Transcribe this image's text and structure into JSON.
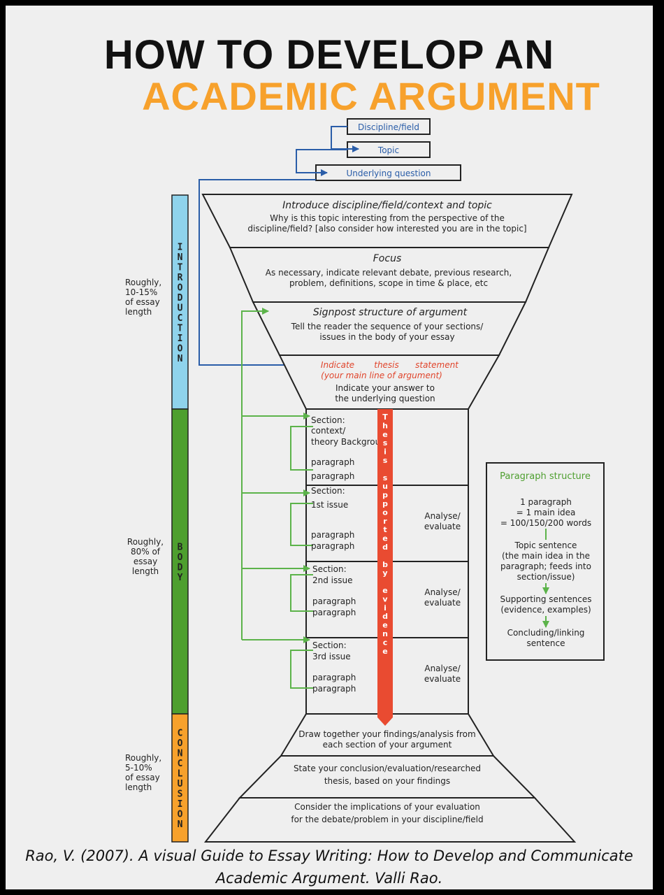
{
  "title": {
    "line1": "HOW TO DEVELOP AN",
    "line2": "ACADEMIC ARGUMENT"
  },
  "top_boxes": [
    "Discipline/field",
    "Topic",
    "Underlying question"
  ],
  "stages": {
    "introduction": {
      "label": "INTRODUCTION",
      "length": [
        "Roughly,",
        "10-15%",
        "of essay",
        "length"
      ],
      "color": "#8fd3ec"
    },
    "body": {
      "label": "BODY",
      "length": [
        "Roughly,",
        "80% of",
        "essay",
        "length"
      ],
      "color": "#4e9f2f"
    },
    "conclusion": {
      "label": "CONCLUSION",
      "length": [
        "Roughly,",
        "5-10%",
        "of essay",
        "length"
      ],
      "color": "#f7a12c"
    }
  },
  "intro_funnel": {
    "level1": {
      "title": "Introduce discipline/field/context and topic",
      "lines": [
        "Why is this topic interesting from the perspective of the",
        "discipline/field? [also consider how interested you are in the topic]"
      ]
    },
    "level2": {
      "title": "Focus",
      "lines": [
        "As necessary, indicate relevant debate, previous research,",
        "problem, definitions, scope in time & place, etc"
      ]
    },
    "level3": {
      "title": "Signpost structure of argument",
      "lines": [
        "Tell the reader the sequence of your sections/",
        "issues in the body of your essay"
      ]
    },
    "level4": {
      "red_words": [
        "Indicate",
        "thesis",
        "statement"
      ],
      "red_line2": "(your main line of argument)",
      "lines": [
        "Indicate your answer to",
        "the underlying question"
      ]
    }
  },
  "body_sections": [
    {
      "lines": [
        "Section:",
        "context/",
        "theory Background"
      ],
      "paragraphs": [
        "paragraph",
        "paragraph"
      ],
      "analysis": ""
    },
    {
      "lines": [
        "Section:",
        "1st issue"
      ],
      "paragraphs": [
        "paragraph",
        "paragraph"
      ],
      "analysis": "Analyse/ evaluate"
    },
    {
      "lines": [
        "Section:",
        "2nd issue"
      ],
      "paragraphs": [
        "paragraph",
        "paragraph"
      ],
      "analysis": "Analyse/ evaluate"
    },
    {
      "lines": [
        "Section:",
        "3rd issue"
      ],
      "paragraphs": [
        "paragraph",
        "paragraph"
      ],
      "analysis": "Analyse/ evaluate"
    }
  ],
  "evidence_bar": {
    "text": "Thesis supported by evidence",
    "color": "#e94b31"
  },
  "paragraph_structure": {
    "title": "Paragraph structure",
    "definition": [
      "1 paragraph",
      "= 1 main idea",
      "= 100/150/200 words"
    ],
    "topic": [
      "Topic sentence",
      "(the main idea in the",
      "paragraph; feeds into",
      "section/issue)"
    ],
    "supporting": [
      "Supporting sentences",
      "(evidence, examples)"
    ],
    "concluding": [
      "Concluding/linking",
      "sentence"
    ]
  },
  "conclusion_funnel": [
    [
      "Draw together your findings/analysis from",
      "each section of your argument"
    ],
    [
      "State your conclusion/evaluation/researched",
      "thesis, based on your findings"
    ],
    [
      "Consider the implications of your evaluation",
      "for the debate/problem in your discipline/field"
    ]
  ],
  "citation": [
    "Rao, V. (2007). A visual Guide to Essay Writing: How to Develop and Communicate",
    "Academic Argument. Valli Rao."
  ],
  "colors": {
    "blue_arrow": "#2a5da8",
    "green_arrow": "#5cb34a",
    "red_text": "#e0452c",
    "orange": "#f7a12c"
  }
}
